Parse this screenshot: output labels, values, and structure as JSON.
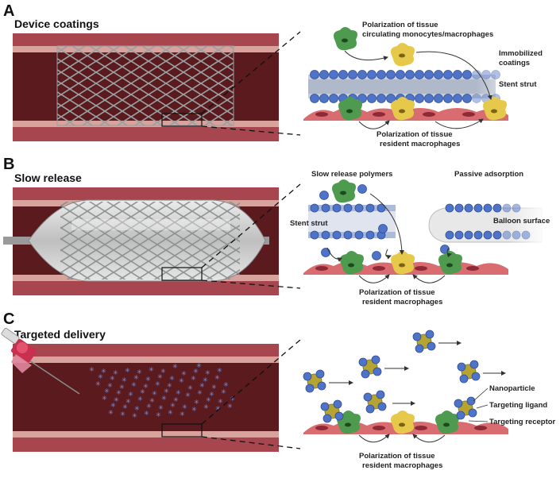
{
  "panels": [
    {
      "letter": "A",
      "title": "Device coatings",
      "labels": {
        "circulating_1": "Polarization of tissue",
        "circulating_2": "circulating monocytes/macrophages",
        "immobilized_1": "Immobilized",
        "immobilized_2": "coatings",
        "strut": "Stent strut",
        "resident_1": "Polarization of tissue",
        "resident_2": "resident macrophages"
      }
    },
    {
      "letter": "B",
      "title": "Slow release",
      "labels": {
        "slow_release": "Slow release polymers",
        "passive": "Passive adsorption",
        "strut": "Stent strut",
        "balloon": "Balloon surface",
        "resident_1": "Polarization of tissue",
        "resident_2": "resident macrophages"
      }
    },
    {
      "letter": "C",
      "title": "Targeted delivery",
      "labels": {
        "nanoparticle": "Nanoparticle",
        "ligand": "Targeting ligand",
        "receptor": "Targeting receptor",
        "resident_1": "Polarization of tissue",
        "resident_2": "resident macrophages"
      }
    }
  ],
  "colors": {
    "vessel_wall": "#a84650",
    "vessel_lumen": "#5a1a1e",
    "vessel_stripe": "#d8a39c",
    "stent_wire": "#8f9495",
    "coating_bead": "#4f73c6",
    "coating_tube": "#b9c5de",
    "endothelium": "#d96c70",
    "macrophage_green": "#4e9a4e",
    "macrophage_yellow": "#e6c94b",
    "nanoparticle": "#b6a432",
    "ligand": "#7b3f8f",
    "syringe_hub": "#c9304f"
  },
  "icons": [
    "syringe-icon",
    "stent-icon",
    "balloon-icon",
    "macrophage-icon",
    "nanoparticle-icon"
  ]
}
